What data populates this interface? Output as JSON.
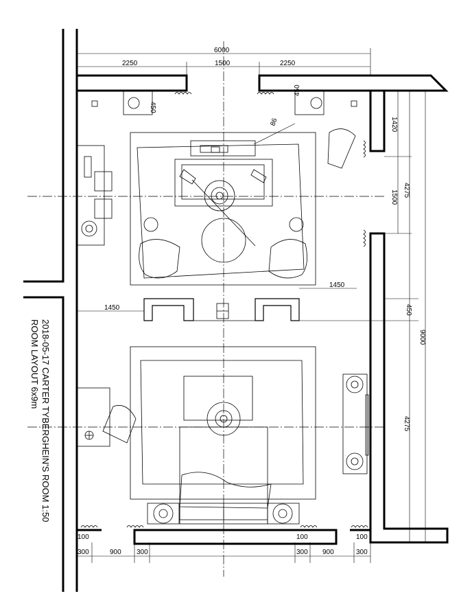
{
  "title": {
    "line1": "2018-05-17 CARTER TYBERGHEIN'S ROOM  1:50",
    "line2": "ROOM LAYOUT 6x9m"
  },
  "dimensions": {
    "total_width": "6000",
    "left_wall": "2250",
    "door_top": "1500",
    "right_wall": "2250",
    "outlet_left": "450",
    "outlet_right": "450",
    "diag": "86",
    "right_top": "1420",
    "right_window": "1500",
    "right_upper": "4275",
    "right_lower": "4275",
    "total_height": "9000",
    "partition_thickness": "450",
    "partition_left": "1450",
    "partition_right": "1450",
    "bottom_100_left": "100",
    "bottom_100_mid": "100",
    "bottom_100_right": "100",
    "bottom_300_a": "300",
    "bottom_900_a": "900",
    "bottom_300_b": "300",
    "bottom_300_c": "300",
    "bottom_900_b": "900",
    "bottom_300_d": "300"
  },
  "colors": {
    "line": "#000000",
    "background": "#ffffff"
  }
}
